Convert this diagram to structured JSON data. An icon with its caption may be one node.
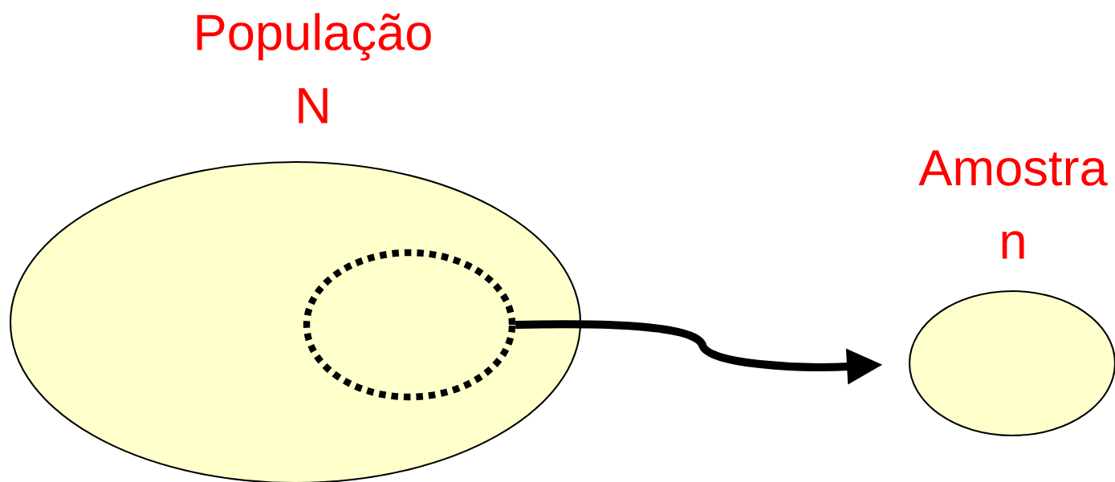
{
  "diagram": {
    "nodes": [
      {
        "text": [
          "População N"
        ]
      },
      {
        "text": [],
        "shape": "ellipse",
        "in": 0
      },
      {
        "text": [
          "Amostra n"
        ]
      }
    ],
    "edges": [
      {
        "from": 1,
        "to": 2,
        "arrow": "to"
      }
    ]
  }
}
